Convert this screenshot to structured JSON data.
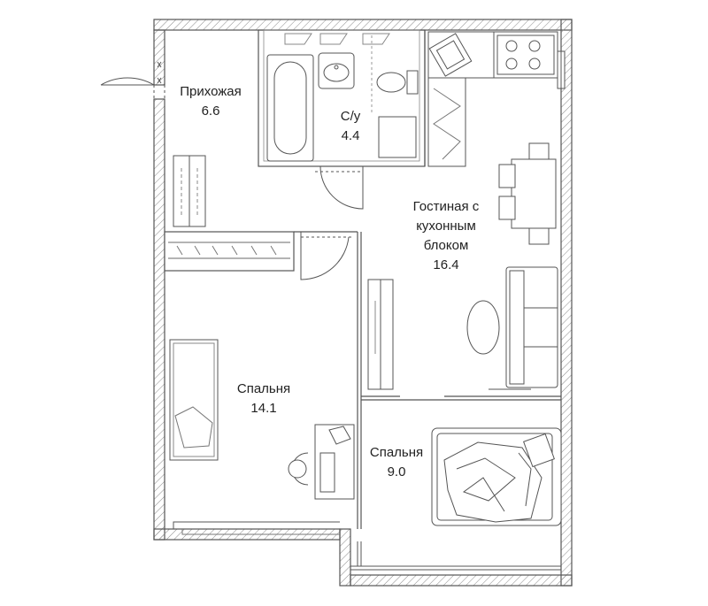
{
  "rooms": {
    "hall": {
      "name_lines": [
        "Прихожая"
      ],
      "area": "6.6"
    },
    "bathroom": {
      "name_lines": [
        "С/у"
      ],
      "area": "4.4"
    },
    "living": {
      "name_lines": [
        "Гостиная с",
        "кухонным",
        "блоком"
      ],
      "area": "16.4"
    },
    "bedroom1": {
      "name_lines": [
        "Спальня"
      ],
      "area": "14.1"
    },
    "bedroom2": {
      "name_lines": [
        "Спальня"
      ],
      "area": "9.0"
    }
  },
  "colors": {
    "wall_fill": "#ffffff",
    "wall_stroke": "#555555",
    "hatch": "#888888",
    "furniture_stroke": "#555555",
    "text": "#222222"
  }
}
